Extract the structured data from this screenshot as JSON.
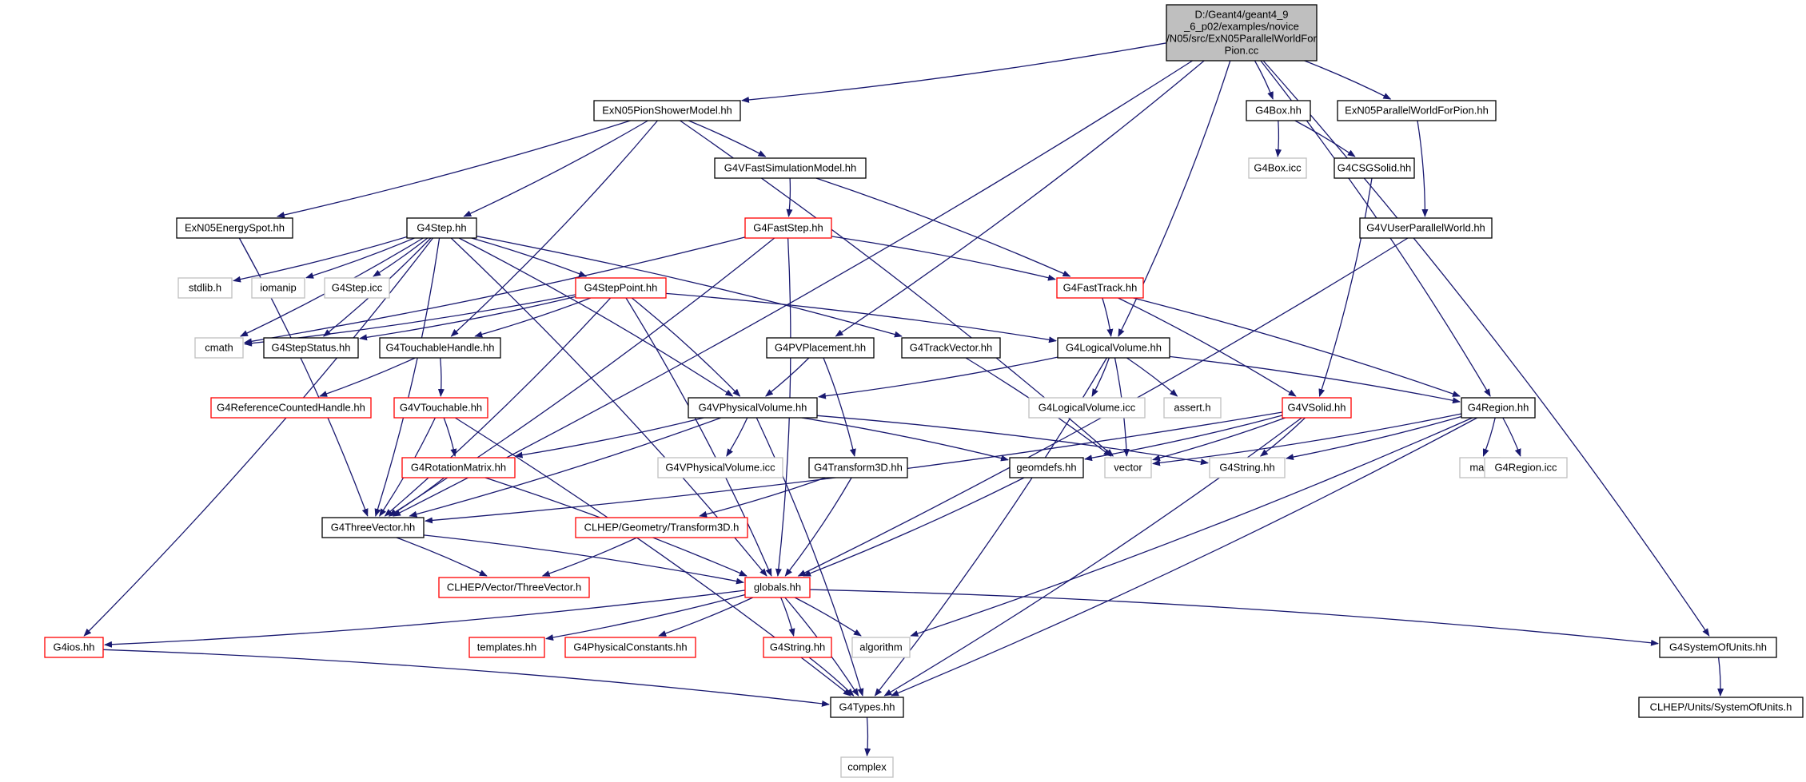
{
  "diagram": {
    "type": "include-dependency-graph",
    "colors": {
      "edge": "#191970",
      "root_fill": "#bfbfbf",
      "border_normal": "#000000",
      "border_truncated": "#ff0000",
      "border_missing": "#bfbfbf",
      "text_missing": "#595959"
    },
    "nodes": [
      {
        "id": "root",
        "lines": [
          "D:/Geant4/geant4_9",
          "_6_p02/examples/novice",
          "/N05/src/ExN05ParallelWorldFor",
          "Pion.cc"
        ],
        "style": "root"
      },
      {
        "id": "pionshower",
        "lines": [
          "ExN05PionShowerModel.hh"
        ],
        "style": "normal"
      },
      {
        "id": "g4box",
        "lines": [
          "G4Box.hh"
        ],
        "style": "normal"
      },
      {
        "id": "exn05pw",
        "lines": [
          "ExN05ParallelWorldForPion.hh"
        ],
        "style": "normal"
      },
      {
        "id": "g4vfastsim",
        "lines": [
          "G4VFastSimulationModel.hh"
        ],
        "style": "normal"
      },
      {
        "id": "g4boxicc",
        "lines": [
          "G4Box.icc"
        ],
        "style": "missing"
      },
      {
        "id": "g4csgsolid",
        "lines": [
          "G4CSGSolid.hh"
        ],
        "style": "normal"
      },
      {
        "id": "energyspot",
        "lines": [
          "ExN05EnergySpot.hh"
        ],
        "style": "normal"
      },
      {
        "id": "g4step",
        "lines": [
          "G4Step.hh"
        ],
        "style": "normal"
      },
      {
        "id": "g4faststep",
        "lines": [
          "G4FastStep.hh"
        ],
        "style": "truncated"
      },
      {
        "id": "g4vuserpw",
        "lines": [
          "G4VUserParallelWorld.hh"
        ],
        "style": "normal"
      },
      {
        "id": "stdlib",
        "lines": [
          "stdlib.h"
        ],
        "style": "missing"
      },
      {
        "id": "iomanip",
        "lines": [
          "iomanip"
        ],
        "style": "missing"
      },
      {
        "id": "g4stepicc",
        "lines": [
          "G4Step.icc"
        ],
        "style": "missing"
      },
      {
        "id": "g4steppoint",
        "lines": [
          "G4StepPoint.hh"
        ],
        "style": "truncated"
      },
      {
        "id": "g4fasttrack",
        "lines": [
          "G4FastTrack.hh"
        ],
        "style": "truncated"
      },
      {
        "id": "cmath",
        "lines": [
          "cmath"
        ],
        "style": "missing"
      },
      {
        "id": "g4stepstatus",
        "lines": [
          "G4StepStatus.hh"
        ],
        "style": "normal"
      },
      {
        "id": "g4touchhandle",
        "lines": [
          "G4TouchableHandle.hh"
        ],
        "style": "normal"
      },
      {
        "id": "g4pvplacement",
        "lines": [
          "G4PVPlacement.hh"
        ],
        "style": "normal"
      },
      {
        "id": "g4trackvector",
        "lines": [
          "G4TrackVector.hh"
        ],
        "style": "normal"
      },
      {
        "id": "g4logvol",
        "lines": [
          "G4LogicalVolume.hh"
        ],
        "style": "normal"
      },
      {
        "id": "g4refcounted",
        "lines": [
          "G4ReferenceCountedHandle.hh"
        ],
        "style": "truncated"
      },
      {
        "id": "g4vtouchable",
        "lines": [
          "G4VTouchable.hh"
        ],
        "style": "truncated"
      },
      {
        "id": "g4vphysvol",
        "lines": [
          "G4VPhysicalVolume.hh"
        ],
        "style": "normal"
      },
      {
        "id": "g4logvolicc",
        "lines": [
          "G4LogicalVolume.icc"
        ],
        "style": "missing"
      },
      {
        "id": "asserth",
        "lines": [
          "assert.h"
        ],
        "style": "missing"
      },
      {
        "id": "g4vsolid",
        "lines": [
          "G4VSolid.hh"
        ],
        "style": "truncated"
      },
      {
        "id": "g4region",
        "lines": [
          "G4Region.hh"
        ],
        "style": "normal"
      },
      {
        "id": "g4rotmatrix",
        "lines": [
          "G4RotationMatrix.hh"
        ],
        "style": "truncated"
      },
      {
        "id": "g4vphysvolicc",
        "lines": [
          "G4VPhysicalVolume.icc"
        ],
        "style": "missing"
      },
      {
        "id": "g4transform3d",
        "lines": [
          "G4Transform3D.hh"
        ],
        "style": "normal"
      },
      {
        "id": "geomdefs",
        "lines": [
          "geomdefs.hh"
        ],
        "style": "normal"
      },
      {
        "id": "vector",
        "lines": [
          "vector"
        ],
        "style": "missing"
      },
      {
        "id": "g4stringmissing",
        "lines": [
          "G4String.hh"
        ],
        "style": "missing"
      },
      {
        "id": "map",
        "lines": [
          "map"
        ],
        "style": "missing"
      },
      {
        "id": "g4regionicc",
        "lines": [
          "G4Region.icc"
        ],
        "style": "missing"
      },
      {
        "id": "g4threevector",
        "lines": [
          "G4ThreeVector.hh"
        ],
        "style": "normal"
      },
      {
        "id": "clheptransform",
        "lines": [
          "CLHEP/Geometry/Transform3D.h"
        ],
        "style": "truncated"
      },
      {
        "id": "clhepthreevector",
        "lines": [
          "CLHEP/Vector/ThreeVector.h"
        ],
        "style": "truncated"
      },
      {
        "id": "globals",
        "lines": [
          "globals.hh"
        ],
        "style": "truncated"
      },
      {
        "id": "g4ios",
        "lines": [
          "G4ios.hh"
        ],
        "style": "truncated"
      },
      {
        "id": "templates",
        "lines": [
          "templates.hh"
        ],
        "style": "truncated"
      },
      {
        "id": "g4physconst",
        "lines": [
          "G4PhysicalConstants.hh"
        ],
        "style": "truncated"
      },
      {
        "id": "g4string",
        "lines": [
          "G4String.hh"
        ],
        "style": "truncated"
      },
      {
        "id": "algorithm",
        "lines": [
          "algorithm"
        ],
        "style": "missing"
      },
      {
        "id": "g4sysunits",
        "lines": [
          "G4SystemOfUnits.hh"
        ],
        "style": "normal"
      },
      {
        "id": "g4types",
        "lines": [
          "G4Types.hh"
        ],
        "style": "normal"
      },
      {
        "id": "clhepunits",
        "lines": [
          "CLHEP/Units/SystemOfUnits.h"
        ],
        "style": "normal"
      },
      {
        "id": "complex",
        "lines": [
          "complex"
        ],
        "style": "missing"
      }
    ],
    "edges": [
      [
        "root",
        "pionshower"
      ],
      [
        "root",
        "g4box"
      ],
      [
        "root",
        "exn05pw"
      ],
      [
        "root",
        "g4pvplacement"
      ],
      [
        "root",
        "g4logvol"
      ],
      [
        "root",
        "g4region"
      ],
      [
        "root",
        "g4threevector"
      ],
      [
        "root",
        "g4sysunits"
      ],
      [
        "pionshower",
        "g4vfastsim"
      ],
      [
        "pionshower",
        "energyspot"
      ],
      [
        "pionshower",
        "g4step"
      ],
      [
        "pionshower",
        "g4touchhandle"
      ],
      [
        "pionshower",
        "vector"
      ],
      [
        "g4box",
        "g4boxicc"
      ],
      [
        "g4box",
        "g4csgsolid"
      ],
      [
        "exn05pw",
        "g4vuserpw"
      ],
      [
        "g4vfastsim",
        "g4faststep"
      ],
      [
        "g4vfastsim",
        "g4fasttrack"
      ],
      [
        "g4csgsolid",
        "g4vsolid"
      ],
      [
        "energyspot",
        "g4threevector"
      ],
      [
        "g4step",
        "stdlib"
      ],
      [
        "g4step",
        "iomanip"
      ],
      [
        "g4step",
        "g4stepicc"
      ],
      [
        "g4step",
        "g4steppoint"
      ],
      [
        "g4step",
        "cmath"
      ],
      [
        "g4step",
        "g4stepstatus"
      ],
      [
        "g4step",
        "g4trackvector"
      ],
      [
        "g4step",
        "g4vphysvol"
      ],
      [
        "g4step",
        "g4threevector"
      ],
      [
        "g4step",
        "g4ios"
      ],
      [
        "g4step",
        "globals"
      ],
      [
        "g4faststep",
        "g4fasttrack"
      ],
      [
        "g4faststep",
        "cmath"
      ],
      [
        "g4faststep",
        "g4threevector"
      ],
      [
        "g4faststep",
        "globals"
      ],
      [
        "g4vuserpw",
        "globals"
      ],
      [
        "g4steppoint",
        "cmath"
      ],
      [
        "g4steppoint",
        "g4stepstatus"
      ],
      [
        "g4steppoint",
        "g4touchhandle"
      ],
      [
        "g4steppoint",
        "g4logvol"
      ],
      [
        "g4steppoint",
        "g4vphysvol"
      ],
      [
        "g4steppoint",
        "g4threevector"
      ],
      [
        "g4steppoint",
        "globals"
      ],
      [
        "g4fasttrack",
        "g4logvol"
      ],
      [
        "g4fasttrack",
        "g4region"
      ],
      [
        "g4fasttrack",
        "g4vsolid"
      ],
      [
        "g4touchhandle",
        "g4refcounted"
      ],
      [
        "g4touchhandle",
        "g4vtouchable"
      ],
      [
        "g4pvplacement",
        "g4vphysvol"
      ],
      [
        "g4pvplacement",
        "g4transform3d"
      ],
      [
        "g4trackvector",
        "vector"
      ],
      [
        "g4logvol",
        "g4vphysvol"
      ],
      [
        "g4logvol",
        "g4logvolicc"
      ],
      [
        "g4logvol",
        "asserth"
      ],
      [
        "g4logvol",
        "vector"
      ],
      [
        "g4logvol",
        "g4region"
      ],
      [
        "g4logvol",
        "g4types"
      ],
      [
        "g4vtouchable",
        "g4rotmatrix"
      ],
      [
        "g4vtouchable",
        "g4threevector"
      ],
      [
        "g4vtouchable",
        "g4types"
      ],
      [
        "g4vphysvol",
        "g4rotmatrix"
      ],
      [
        "g4vphysvol",
        "g4vphysvolicc"
      ],
      [
        "g4vphysvol",
        "geomdefs"
      ],
      [
        "g4vphysvol",
        "g4stringmissing"
      ],
      [
        "g4vphysvol",
        "g4threevector"
      ],
      [
        "g4vphysvol",
        "g4types"
      ],
      [
        "g4vsolid",
        "geomdefs"
      ],
      [
        "g4vsolid",
        "vector"
      ],
      [
        "g4vsolid",
        "g4stringmissing"
      ],
      [
        "g4vsolid",
        "g4threevector"
      ],
      [
        "g4vsolid",
        "g4types"
      ],
      [
        "g4region",
        "vector"
      ],
      [
        "g4region",
        "map"
      ],
      [
        "g4region",
        "g4regionicc"
      ],
      [
        "g4region",
        "g4stringmissing"
      ],
      [
        "g4region",
        "algorithm"
      ],
      [
        "g4region",
        "g4types"
      ],
      [
        "g4rotmatrix",
        "g4threevector"
      ],
      [
        "g4rotmatrix",
        "globals"
      ],
      [
        "g4transform3d",
        "clheptransform"
      ],
      [
        "g4transform3d",
        "globals"
      ],
      [
        "geomdefs",
        "globals"
      ],
      [
        "g4threevector",
        "clhepthreevector"
      ],
      [
        "g4threevector",
        "globals"
      ],
      [
        "clheptransform",
        "clhepthreevector"
      ],
      [
        "globals",
        "g4ios"
      ],
      [
        "globals",
        "templates"
      ],
      [
        "globals",
        "g4physconst"
      ],
      [
        "globals",
        "g4string"
      ],
      [
        "globals",
        "algorithm"
      ],
      [
        "globals",
        "g4sysunits"
      ],
      [
        "globals",
        "g4types"
      ],
      [
        "g4ios",
        "g4types"
      ],
      [
        "g4string",
        "g4types"
      ],
      [
        "g4sysunits",
        "clhepunits"
      ],
      [
        "g4types",
        "complex"
      ]
    ]
  }
}
